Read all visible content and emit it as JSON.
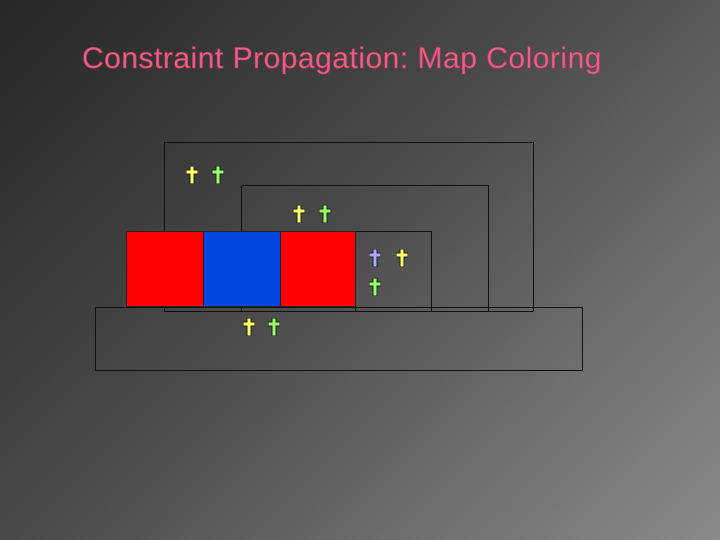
{
  "slide": {
    "title": "Constraint Propagation: Map Coloring"
  },
  "colors": {
    "red": "#ff0000",
    "blue": "#0047e0",
    "yellow": "#ffff66",
    "green": "#99ff66",
    "violet": "#a9a9ff"
  },
  "map": {
    "colored_cells": [
      {
        "name": "cell-left",
        "color": "red"
      },
      {
        "name": "cell-middle",
        "color": "blue"
      },
      {
        "name": "cell-right",
        "color": "red"
      }
    ],
    "domain_markers": [
      {
        "region": "outer-region",
        "colors": [
          "yellow",
          "green"
        ]
      },
      {
        "region": "middle-region",
        "colors": [
          "yellow",
          "green"
        ]
      },
      {
        "region": "inner-region",
        "colors": [
          "violet",
          "yellow",
          "green"
        ]
      },
      {
        "region": "base-region",
        "colors": [
          "yellow",
          "green"
        ]
      }
    ]
  }
}
